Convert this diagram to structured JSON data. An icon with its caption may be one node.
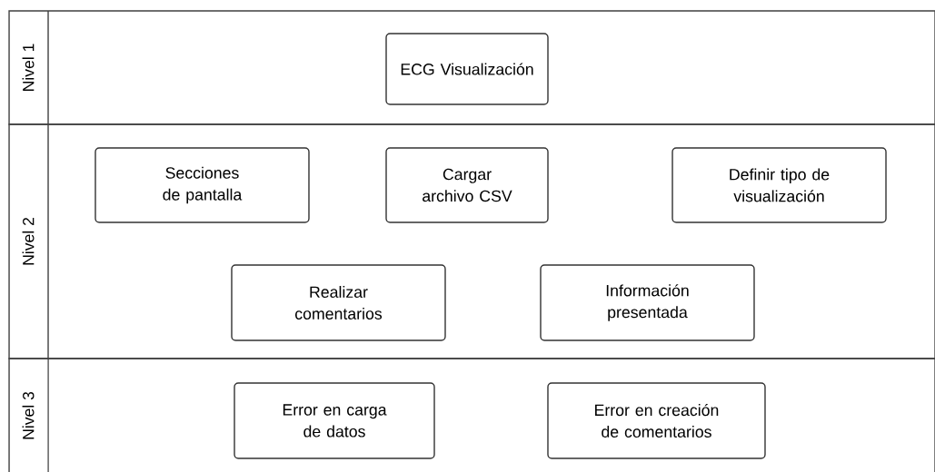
{
  "diagram": {
    "nodes": [
      {
        "text": [
          "Nivel 1"
        ]
      },
      {
        "text": [
          "ECG Visualización"
        ],
        "in": 0
      },
      {
        "text": [
          "Nivel 2"
        ]
      },
      {
        "text": [
          "Secciones de pantalla"
        ],
        "in": 2
      },
      {
        "text": [
          "Cargar archivo CSV"
        ],
        "in": 2
      },
      {
        "text": [
          "Definir tipo de visualización"
        ],
        "in": 2
      },
      {
        "text": [
          "Realizar comentarios"
        ],
        "in": 2
      },
      {
        "text": [
          "Información presentada"
        ],
        "in": 2
      },
      {
        "text": [
          "Nivel 3"
        ]
      },
      {
        "text": [
          "Error en carga de datos"
        ],
        "in": 8
      },
      {
        "text": [
          "Error en creación de comentarios"
        ],
        "in": 8
      }
    ]
  }
}
